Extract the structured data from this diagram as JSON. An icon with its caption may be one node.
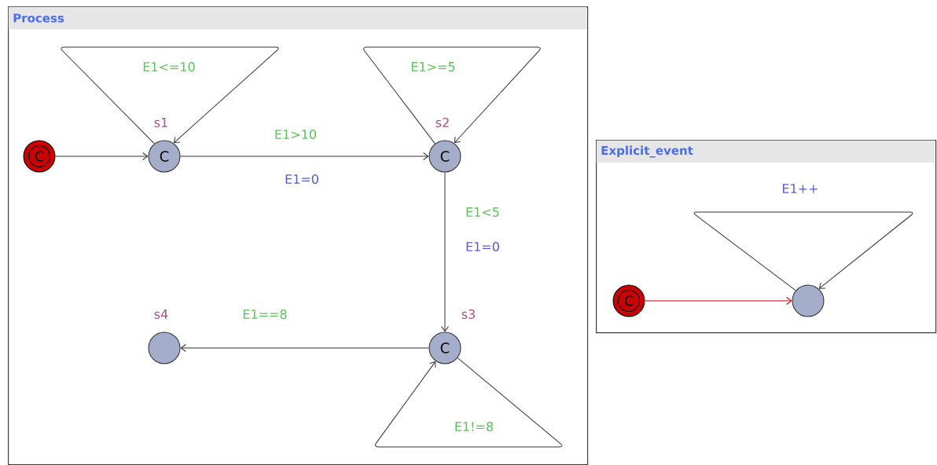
{
  "diagram": {
    "nodes": [
      {
        "text": [
          "Process"
        ]
      },
      {
        "text": [
          "C"
        ],
        "in": 0
      },
      {
        "text": [
          "C"
        ],
        "in": 0,
        "beside": [
          "s1"
        ]
      },
      {
        "text": [
          "C"
        ],
        "in": 0,
        "beside": [
          "s2"
        ]
      },
      {
        "text": [
          "C"
        ],
        "in": 0,
        "beside": [
          "s3"
        ]
      },
      {
        "text": [],
        "shape": "circle",
        "in": 0,
        "beside": [
          "s4"
        ]
      },
      {
        "text": [
          "Explicit_event"
        ]
      },
      {
        "text": [
          "C"
        ],
        "in": 6
      },
      {
        "text": [],
        "shape": "circle",
        "in": 6
      }
    ],
    "edges": [
      {
        "from": 1,
        "to": 2,
        "arrow": "to"
      },
      {
        "from": 2,
        "to": 2,
        "arrow": "to",
        "label": [
          {
            "text": "E1<=10",
            "color": "#5cbf5c"
          }
        ]
      },
      {
        "from": 2,
        "to": 3,
        "arrow": "to",
        "label": [
          {
            "text": "E1>10",
            "color": "#5cbf5c"
          },
          {
            "text": "E1=0",
            "color": "#5a5acd"
          }
        ]
      },
      {
        "from": 3,
        "to": 3,
        "arrow": "to",
        "label": [
          {
            "text": "E1>=5",
            "color": "#5cbf5c"
          }
        ]
      },
      {
        "from": 3,
        "to": 4,
        "arrow": "to",
        "label": [
          {
            "text": "E1<5",
            "color": "#5cbf5c"
          },
          {
            "text": "E1=0",
            "color": "#5a5acd"
          }
        ]
      },
      {
        "from": 4,
        "to": 5,
        "arrow": "to",
        "label": [
          {
            "text": "E1==8",
            "color": "#5cbf5c"
          }
        ]
      },
      {
        "from": 4,
        "to": 4,
        "arrow": "to",
        "label": [
          {
            "text": "E1!=8",
            "color": "#5cbf5c"
          }
        ]
      },
      {
        "from": 7,
        "to": 8,
        "arrow": "to",
        "color": "#cc0000"
      },
      {
        "from": 8,
        "to": 8,
        "arrow": "to",
        "label": [
          {
            "text": "E1++",
            "color": "#5a5acd"
          }
        ]
      }
    ]
  }
}
